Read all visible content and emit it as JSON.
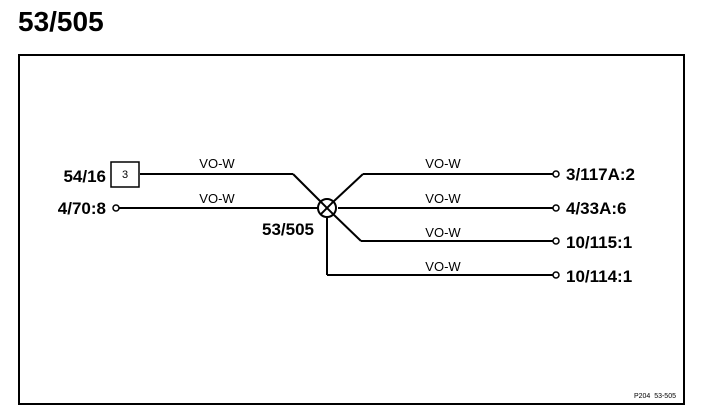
{
  "title": "53/505",
  "splice": {
    "label": "53/505"
  },
  "left_connections": [
    {
      "connector": "54/16",
      "box_label": "3",
      "wire": "VO-W"
    },
    {
      "connector": "4/70:8",
      "wire": "VO-W"
    }
  ],
  "right_connections": [
    {
      "connector": "3/117A:2",
      "wire": "VO-W"
    },
    {
      "connector": "4/33A:6",
      "wire": "VO-W"
    },
    {
      "connector": "10/115:1",
      "wire": "VO-W"
    },
    {
      "connector": "10/114:1",
      "wire": "VO-W"
    }
  ],
  "figure_reference": "P204  53-505"
}
